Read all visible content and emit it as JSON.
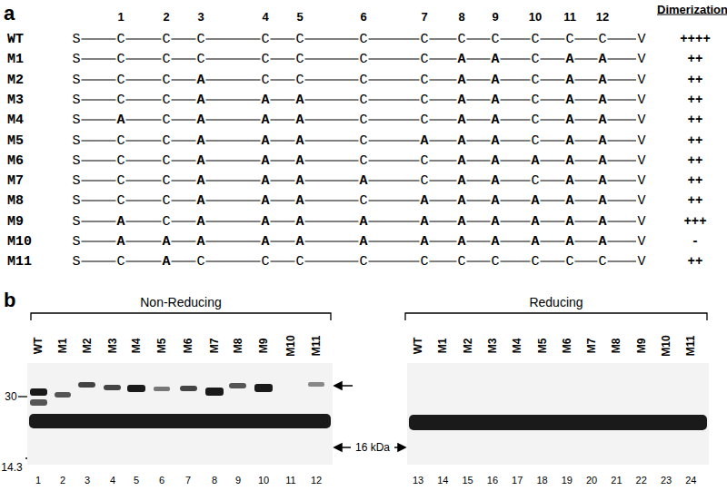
{
  "diagram": {
    "labels": [
      "a",
      "Dimerization",
      "1",
      "2",
      "3",
      "4",
      "5",
      "6",
      "7",
      "8",
      "9",
      "10",
      "11",
      "12",
      "WT",
      "S",
      "C",
      "C",
      "C",
      "C",
      "C",
      "C",
      "C",
      "C",
      "C",
      "C",
      "C",
      "C",
      "V",
      "++++",
      "M1",
      "S",
      "C",
      "C",
      "C",
      "C",
      "C",
      "C",
      "C",
      "A",
      "A",
      "C",
      "A",
      "A",
      "V",
      "++",
      "M2",
      "S",
      "C",
      "C",
      "A",
      "C",
      "C",
      "C",
      "C",
      "A",
      "A",
      "C",
      "A",
      "A",
      "V",
      "++",
      "M3",
      "S",
      "C",
      "C",
      "A",
      "A",
      "A",
      "C",
      "C",
      "A",
      "A",
      "C",
      "A",
      "A",
      "V",
      "++",
      "M4",
      "S",
      "A",
      "C",
      "A",
      "A",
      "A",
      "C",
      "C",
      "A",
      "A",
      "C",
      "A",
      "A",
      "V",
      "++",
      "M5",
      "S",
      "C",
      "C",
      "A",
      "A",
      "A",
      "C",
      "A",
      "A",
      "A",
      "C",
      "A",
      "A",
      "V",
      "++",
      "M6",
      "S",
      "C",
      "C",
      "A",
      "A",
      "A",
      "C",
      "C",
      "A",
      "A",
      "A",
      "A",
      "A",
      "V",
      "++",
      "M7",
      "S",
      "C",
      "C",
      "A",
      "A",
      "A",
      "A",
      "C",
      "A",
      "A",
      "C",
      "A",
      "A",
      "V",
      "++",
      "M8",
      "S",
      "C",
      "C",
      "A",
      "A",
      "A",
      "C",
      "A",
      "A",
      "A",
      "A",
      "A",
      "A",
      "V",
      "++",
      "M9",
      "S",
      "A",
      "C",
      "A",
      "A",
      "A",
      "A",
      "A",
      "A",
      "A",
      "A",
      "A",
      "A",
      "V",
      "+++",
      "M10",
      "S",
      "A",
      "A",
      "A",
      "A",
      "A",
      "A",
      "A",
      "A",
      "A",
      "A",
      "A",
      "A",
      "V",
      "-",
      "M11",
      "S",
      "C",
      "A",
      "C",
      "C",
      "C",
      "C",
      "C",
      "C",
      "C",
      "C",
      "C",
      "C",
      "V",
      "++",
      "b",
      "Non-Reducing",
      "Reducing",
      "WT",
      "M1",
      "M2",
      "M3",
      "M4",
      "M5",
      "M6",
      "M7",
      "M8",
      "M9",
      "M10",
      "M11",
      "WT",
      "M1",
      "M2",
      "M3",
      "M4",
      "M5",
      "M6",
      "M7",
      "M8",
      "M9",
      "M10",
      "M11",
      "30",
      "14.3",
      "16 kDa",
      "1",
      "2",
      "3",
      "4",
      "5",
      "6",
      "7",
      "8",
      "9",
      "10",
      "11",
      "12",
      "13",
      "14",
      "15",
      "16",
      "17",
      "18",
      "19",
      "20",
      "21",
      "22",
      "23",
      "24"
    ]
  }
}
